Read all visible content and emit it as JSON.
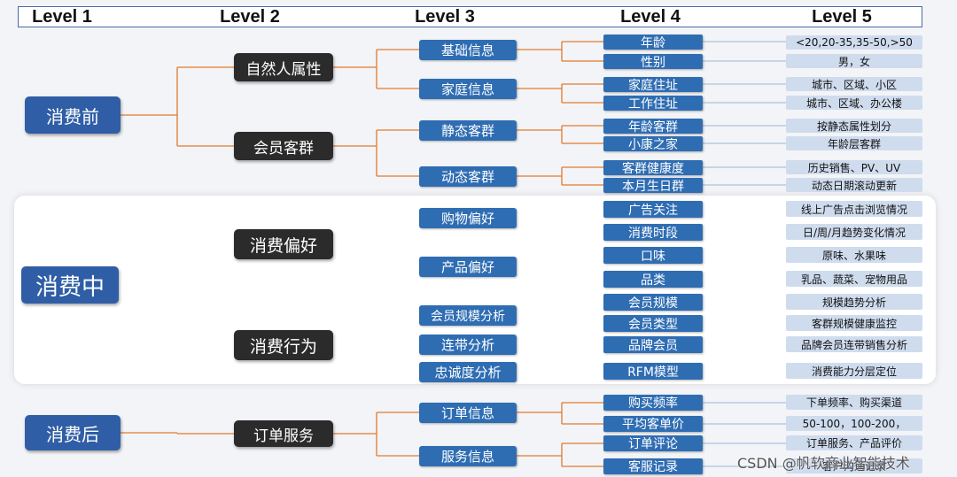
{
  "headers": [
    "Level 1",
    "Level 2",
    "Level 3",
    "Level 4",
    "Level 5"
  ],
  "line_color": "#e07a2e",
  "tree": {
    "before": {
      "label": "消费前",
      "groups": {
        "natural": {
          "label": "自然人属性",
          "items": {
            "basic": {
              "label": "基础信息",
              "leaves": [
                {
                  "l4": "年龄",
                  "l5": "<20,20-35,35-50,>50"
                },
                {
                  "l4": "性别",
                  "l5": "男，女"
                }
              ]
            },
            "family": {
              "label": "家庭信息",
              "leaves": [
                {
                  "l4": "家庭住址",
                  "l5": "城市、区域、小区"
                },
                {
                  "l4": "工作住址",
                  "l5": "城市、区域、办公楼"
                }
              ]
            }
          }
        },
        "member": {
          "label": "会员客群",
          "items": {
            "static": {
              "label": "静态客群",
              "leaves": [
                {
                  "l4": "年龄客群",
                  "l5": "按静态属性划分"
                },
                {
                  "l4": "小康之家",
                  "l5": "年龄层客群"
                }
              ]
            },
            "dynamic": {
              "label": "动态客群",
              "leaves": [
                {
                  "l4": "客群健康度",
                  "l5": "历史销售、PV、UV"
                },
                {
                  "l4": "本月生日群",
                  "l5": "动态日期滚动更新"
                }
              ]
            }
          }
        }
      }
    },
    "during": {
      "label": "消费中",
      "groups": {
        "pref": {
          "label": "消费偏好",
          "items": {
            "shopping": {
              "label": "购物偏好",
              "leaves": [
                {
                  "l4": "广告关注",
                  "l5": "线上广告点击浏览情况"
                },
                {
                  "l4": "消费时段",
                  "l5": "日/周/月趋势变化情况"
                }
              ]
            },
            "product": {
              "label": "产品偏好",
              "leaves": [
                {
                  "l4": "口味",
                  "l5": "原味、水果味"
                },
                {
                  "l4": "品类",
                  "l5": "乳品、蔬菜、宠物用品"
                }
              ]
            }
          }
        },
        "behavior": {
          "label": "消费行为",
          "items": {
            "scale": {
              "label": "会员规模分析",
              "leaves": [
                {
                  "l4": "会员规模",
                  "l5": "规模趋势分析"
                },
                {
                  "l4": "会员类型",
                  "l5": "客群规模健康监控"
                }
              ]
            },
            "chain": {
              "label": "连带分析",
              "leaves": [
                {
                  "l4": "品牌会员",
                  "l5": "品牌会员连带销售分析"
                }
              ]
            },
            "loyalty": {
              "label": "忠诚度分析",
              "leaves": [
                {
                  "l4": "RFM模型",
                  "l5": "消费能力分层定位"
                }
              ]
            }
          }
        }
      }
    },
    "after": {
      "label": "消费后",
      "groups": {
        "order": {
          "label": "订单服务",
          "items": {
            "orderinfo": {
              "label": "订单信息",
              "leaves": [
                {
                  "l4": "购买频率",
                  "l5": "下单频率、购买渠道"
                },
                {
                  "l4": "平均客单价",
                  "l5": "50-100，100-200，"
                }
              ]
            },
            "service": {
              "label": "服务信息",
              "leaves": [
                {
                  "l4": "订单评论",
                  "l5": "订单服务、产品评价"
                },
                {
                  "l4": "客服记录",
                  "l5": "客户沟通记录"
                }
              ]
            }
          }
        }
      }
    }
  },
  "watermark": "CSDN @帆软商业智能技术"
}
